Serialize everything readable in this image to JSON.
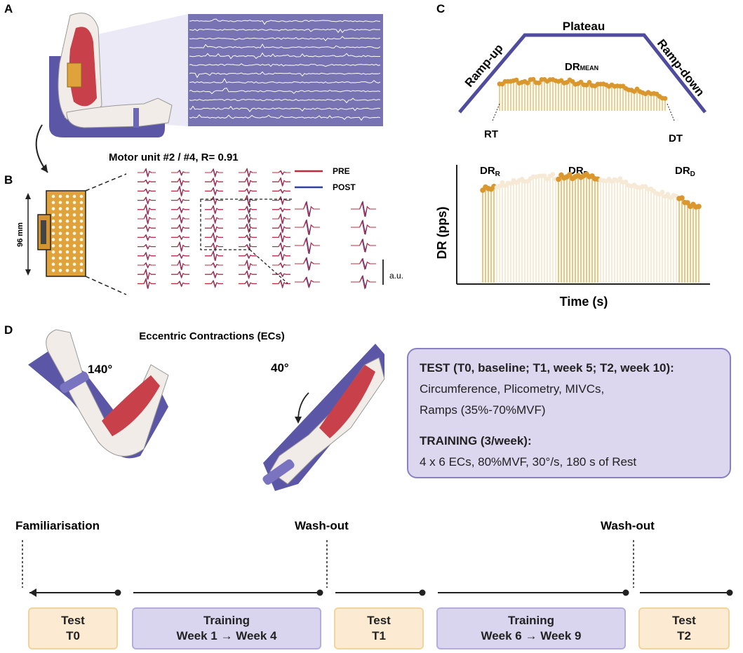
{
  "panels": {
    "a": "A",
    "b": "B",
    "c": "C",
    "d": "D"
  },
  "panel_b": {
    "title": "Motor unit #2 / #4, R= 0.91",
    "legend": [
      {
        "label": "PRE",
        "color": "#c0283c"
      },
      {
        "label": "POST",
        "color": "#2e3f9c"
      }
    ],
    "dimension": "96 mm",
    "scale": "a.u."
  },
  "panel_c": {
    "phases": {
      "up": "Ramp-up",
      "plateau": "Plateau",
      "down": "Ramp-down"
    },
    "dr_mean": {
      "main": "DR",
      "sub": "MEAN"
    },
    "rt": "RT",
    "dt": "DT",
    "dr_r": {
      "main": "DR",
      "sub": "R"
    },
    "dr_p": {
      "main": "DR",
      "sub": "P"
    },
    "dr_d": {
      "main": "DR",
      "sub": "D"
    },
    "ylabel": "DR (pps)",
    "xlabel": "Time (s)"
  },
  "panel_d": {
    "title": "Eccentric Contractions (ECs)",
    "angle_1": "140°",
    "angle_2": "40°",
    "protocol": {
      "test_heading": "TEST (T0, baseline; T1, week 5; T2, week 10):",
      "test_line1": "Circumference, Plicometry,  MIVCs,",
      "test_line2": "Ramps (35%-70%MVF)",
      "training_heading": "TRAINING (3/week):",
      "training_line": "4 x 6 ECs, 80%MVF, 30°/s, 180 s of Rest"
    },
    "timeline_labels": {
      "fam": "Familiarisation",
      "wash1": "Wash-out",
      "wash2": "Wash-out"
    },
    "boxes": [
      {
        "line1": "Test",
        "line2": "T0"
      },
      {
        "line1": "Training",
        "line2": "Week 1 → Week 4"
      },
      {
        "line1": "Test",
        "line2": "T1"
      },
      {
        "line1": "Training",
        "line2": "Week 6 → Week 9"
      },
      {
        "line1": "Test",
        "line2": "T2"
      }
    ]
  },
  "colors": {
    "purple": "#5b56a6",
    "gold": "#e0a23a",
    "emg_bg": "#7873b3"
  }
}
